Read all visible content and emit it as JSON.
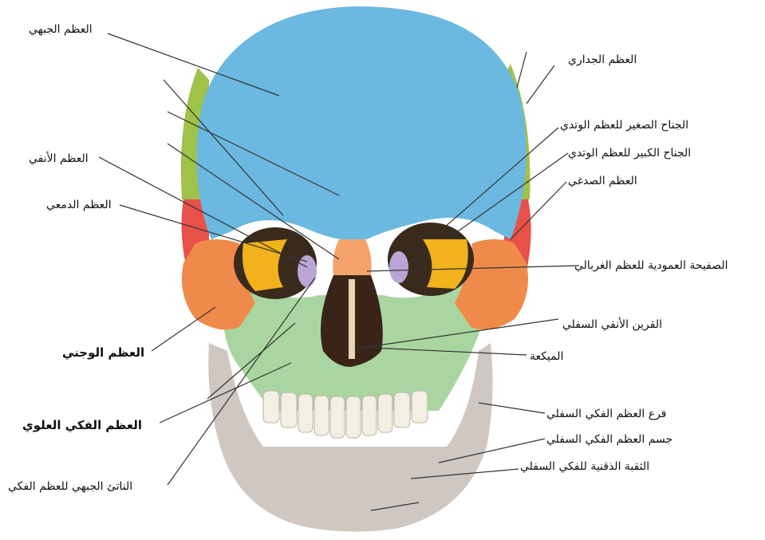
{
  "labels": {
    "frontal_bone": "العظم الجبهي",
    "nasal_bone": "العظم الأنفي",
    "lacrimal_bone": "العظم الدمعي",
    "zygomatic_bone": "العظم الوجني",
    "maxilla": "العظم الفكي العلوي",
    "frontal_process_maxilla": "الناتئ الجبهي للعظم الفكي",
    "parietal_bone": "العظم الجداري",
    "lesser_wing_sphenoid": "الجناح الصغير للعظم الوتدي",
    "greater_wing_sphenoid": "الجناح الكبير للعظم الوتدي",
    "temporal_bone": "العظم الصدغي",
    "perpendicular_plate_ethmoid": "الصفيحة العمودية للعظم الغربالي",
    "inferior_nasal_concha": "القرين الأنفي السفلي",
    "vomer": "الميكعة",
    "ramus_mandible": "فرع العظم الفكي السفلي",
    "body_mandible": "جسم العظم الفكي السفلي",
    "mental_foramen": "الثقبة الذقنية للفكي السفلي"
  },
  "colors": {
    "frontal": "#6bb8e0",
    "parietal": "#9ec24a",
    "temporal": "#e8504a",
    "sphenoid": "#f2b21c",
    "zygomatic": "#f08a4a",
    "maxilla": "#a9d6a0",
    "mandible": "#cfc7c2",
    "nasal": "#f4a46a",
    "ethmoid": "#b9a6d6",
    "teeth": "#f3efe2",
    "leader": "#333333"
  }
}
